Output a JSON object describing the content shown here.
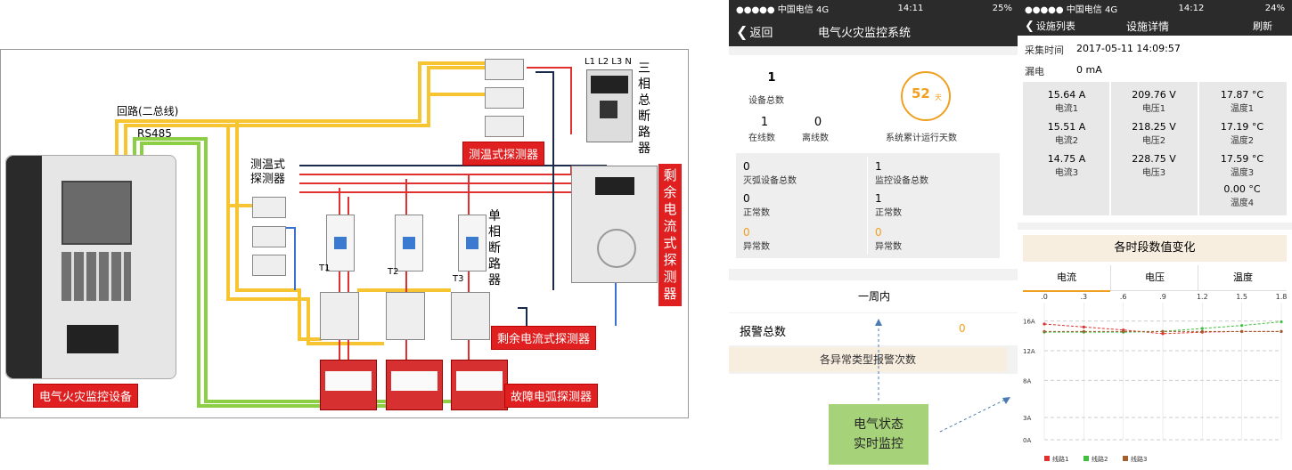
{
  "diagram": {
    "loop_label": "回路(二总线)",
    "rs485_label": "RS485",
    "temp_probe_label": "测温式\n探测器",
    "temp_probe_tag": "测温式探测器",
    "three_phase_breaker": "三相总断路器",
    "single_phase_breaker": "单相断路器",
    "residual_current_vertical": "剩余电流式探测器",
    "residual_current_tag": "剩余电流式探测器",
    "arc_fault_tag": "故障电弧探测器",
    "device_tag": "电气火灾监控设备",
    "phase_labels": [
      "L1",
      "L2",
      "L3",
      "N"
    ],
    "t_labels": [
      "T1",
      "T2",
      "T3"
    ]
  },
  "phone1": {
    "status": {
      "carrier": "●●●●● 中国电信  4G",
      "time": "14:11",
      "battery": "25%"
    },
    "nav": {
      "back": "返回",
      "title": "电气火灾监控系统"
    },
    "summary": {
      "total_devices_value": "1",
      "total_devices_label": "设备总数",
      "online_value": "1",
      "online_label": "在线数",
      "offline_value": "0",
      "offline_label": "离线数",
      "days_value": "52",
      "days_unit": "天",
      "days_label": "系统累计运行天数"
    },
    "grid": {
      "left": [
        {
          "value": "0",
          "label": "灭弧设备总数"
        },
        {
          "value": "0",
          "label": "正常数"
        },
        {
          "value": "0",
          "label": "异常数"
        }
      ],
      "right": [
        {
          "value": "1",
          "label": "监控设备总数"
        },
        {
          "value": "1",
          "label": "正常数"
        },
        {
          "value": "0",
          "label": "异常数"
        }
      ]
    },
    "week": "一周内",
    "alarm_label": "报警总数",
    "alarm_value": "0",
    "alarm_types": "各异常类型报警次数"
  },
  "callout": {
    "line1": "电气状态",
    "line2": "实时监控"
  },
  "phone2": {
    "status": {
      "carrier": "●●●●● 中国电信  4G",
      "time": "14:12",
      "battery": "24%"
    },
    "nav": {
      "back": "设施列表",
      "title": "设施详情",
      "refresh": "刷新"
    },
    "collect_time_label": "采集时间",
    "collect_time_value": "2017-05-11 14:09:57",
    "leak_label": "漏电",
    "leak_value": "0 mA",
    "currents": [
      {
        "value": "15.64 A",
        "label": "电流1"
      },
      {
        "value": "15.51 A",
        "label": "电流2"
      },
      {
        "value": "14.75 A",
        "label": "电流3"
      }
    ],
    "voltages": [
      {
        "value": "209.76 V",
        "label": "电压1"
      },
      {
        "value": "218.25 V",
        "label": "电压2"
      },
      {
        "value": "228.75 V",
        "label": "电压3"
      }
    ],
    "temps": [
      {
        "value": "17.87 °C",
        "label": "温度1"
      },
      {
        "value": "17.19 °C",
        "label": "温度2"
      },
      {
        "value": "17.59 °C",
        "label": "温度3"
      },
      {
        "value": "0.00 °C",
        "label": "温度4"
      }
    ],
    "chart_title": "各时段数值变化",
    "tabs": [
      "电流",
      "电压",
      "温度"
    ]
  },
  "chart_data": {
    "type": "line",
    "x": [
      ".0",
      ".3",
      ".6",
      ".9",
      "1.2",
      "1.5",
      "1.8"
    ],
    "ylim": [
      0,
      18
    ],
    "y_ticks": [
      "16A",
      "12A",
      "8A",
      "3A",
      "0A"
    ],
    "y_tick_values": [
      16,
      12,
      8,
      3,
      0
    ],
    "series": [
      {
        "name": "线路1",
        "color": "#e03030",
        "values": [
          15.6,
          15.2,
          14.8,
          14.3,
          14.5,
          14.6,
          14.6
        ]
      },
      {
        "name": "线路2",
        "color": "#40c040",
        "values": [
          14.5,
          14.5,
          14.5,
          14.6,
          15.0,
          15.4,
          15.9
        ]
      },
      {
        "name": "线路3",
        "color": "#a06030",
        "values": [
          14.6,
          14.6,
          14.6,
          14.6,
          14.6,
          14.6,
          14.6
        ]
      }
    ]
  }
}
